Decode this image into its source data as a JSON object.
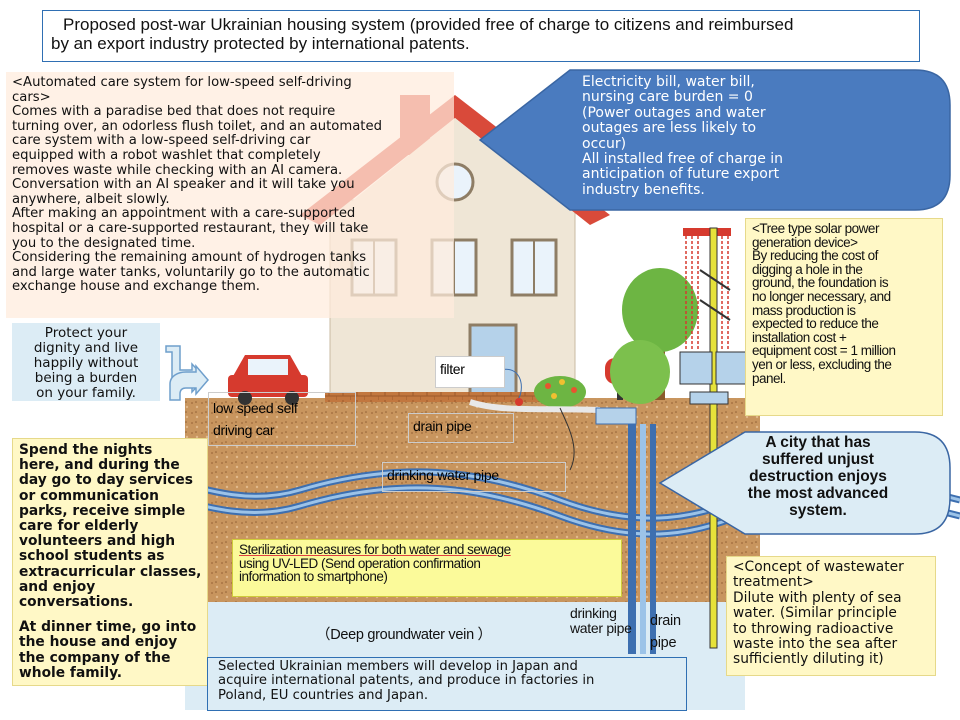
{
  "title": {
    "line1": "Proposed post-war Ukrainian housing system (provided free of charge to citizens and reimbursed",
    "line2": "by an export industry protected by international patents."
  },
  "care_system": {
    "lines": [
      "<Automated care system for low-speed self-driving",
      "cars>",
      "  Comes with a paradise bed that does not require",
      "turning over, an odorless flush toilet, and an automated",
      "care system with a low-speed self-driving car",
      "equipped with a robot washlet that completely",
      "removes waste while checking with an AI camera.",
      "Conversation with an AI speaker and it will take you",
      "anywhere, albeit slowly.",
      "After making an appointment with a care-supported",
      "hospital or a care-supported restaurant, they will take",
      "you to the designated time.",
      "Considering the remaining amount of hydrogen tanks",
      "and large water tanks, voluntarily go to the automatic",
      "exchange house and exchange them."
    ]
  },
  "utilities_callout": {
    "lines": [
      "Electricity bill, water bill,",
      "nursing care burden = 0",
      "(Power outages and water",
      "outages are less likely to",
      "occur)",
      "All installed free of charge in",
      "anticipation of future export",
      "industry benefits."
    ]
  },
  "dignity": {
    "lines": [
      "Protect your",
      "dignity and live",
      "happily without",
      "being a burden",
      "on your family."
    ]
  },
  "solar": {
    "lines": [
      "<Tree type solar power",
      "generation device>",
      " By reducing the cost of",
      "digging a hole in the",
      "ground, the foundation is",
      "no longer necessary, and",
      "mass production is",
      "expected to reduce the",
      "installation cost +",
      "equipment cost = 1 million",
      "yen or less, excluding the",
      "panel."
    ]
  },
  "nights": {
    "para1": [
      "   Spend the nights",
      "here, and during the",
      "day go to day services",
      "or communication",
      "parks, receive simple",
      "care for elderly",
      "volunteers and high",
      "school students as",
      "extracurricular classes,",
      "and enjoy",
      "conversations."
    ],
    "para2": [
      "At dinner time, go into",
      "the house and enjoy",
      "the company of the",
      "whole family."
    ]
  },
  "city_callout": {
    "lines": [
      "A city that has",
      "suffered unjust",
      "destruction enjoys",
      "the most advanced",
      "system."
    ]
  },
  "wastewater": {
    "lines": [
      "<Concept of wastewater",
      "treatment>",
      "Dilute with plenty of sea",
      "water. (Similar principle",
      "to throwing radioactive",
      "waste into the sea after",
      "sufficiently diluting it)"
    ]
  },
  "sterilization": {
    "lines": [
      "Sterilization measures for both water and sewage",
      "using UV-LED (Send operation confirmation",
      "information to smartphone)"
    ]
  },
  "selected_members": {
    "lines": [
      "Selected Ukrainian members will develop in Japan and",
      "acquire international patents, and produce in factories in",
      "Poland, EU countries and Japan."
    ]
  },
  "labels": {
    "filter": "filter",
    "car_line1": "low speed self",
    "car_line2": "driving car",
    "drain_pipe": "drain pipe",
    "drinking_water_pipe": "drinking water pipe",
    "deep_vein": "（Deep groundwater vein ）",
    "drinking_line1": "drinking",
    "drinking_line2": "water pipe",
    "drain_line1": "drain",
    "drain_line2": "pipe"
  },
  "colors": {
    "callout_blue": "#4a7bbf",
    "soil": "#c8955e",
    "roof": "#d94a3a",
    "sky_water": "#dcecf5",
    "note_yellow": "#fff8c6"
  }
}
